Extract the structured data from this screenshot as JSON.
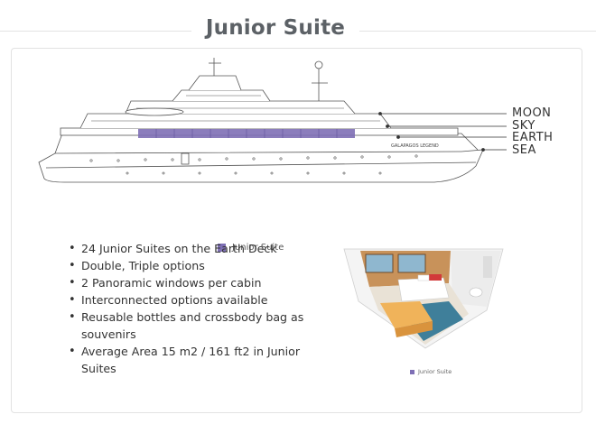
{
  "page": {
    "title": "Junior Suite"
  },
  "ship": {
    "name_on_hull": "GALAPAGOS LEGEND",
    "decks": [
      "MOON",
      "SKY",
      "EARTH",
      "SEA"
    ],
    "highlight_color": "#7e6fb5"
  },
  "legend": {
    "label": "Junior Suite",
    "color": "#7e6fb5"
  },
  "features": [
    "24 Junior Suites on the Earth Deck",
    "Double, Triple options",
    "2 Panoramic windows per cabin",
    "Interconnected options available",
    "Reusable bottles and crossbody bag as souvenirs",
    "Average Area 15 m2 / 161 ft2 in Junior Suites"
  ],
  "cabin_legend": {
    "label": "Junior Suite"
  },
  "icons": [
    "ship-diagram-icon",
    "cabin-3d-icon"
  ]
}
